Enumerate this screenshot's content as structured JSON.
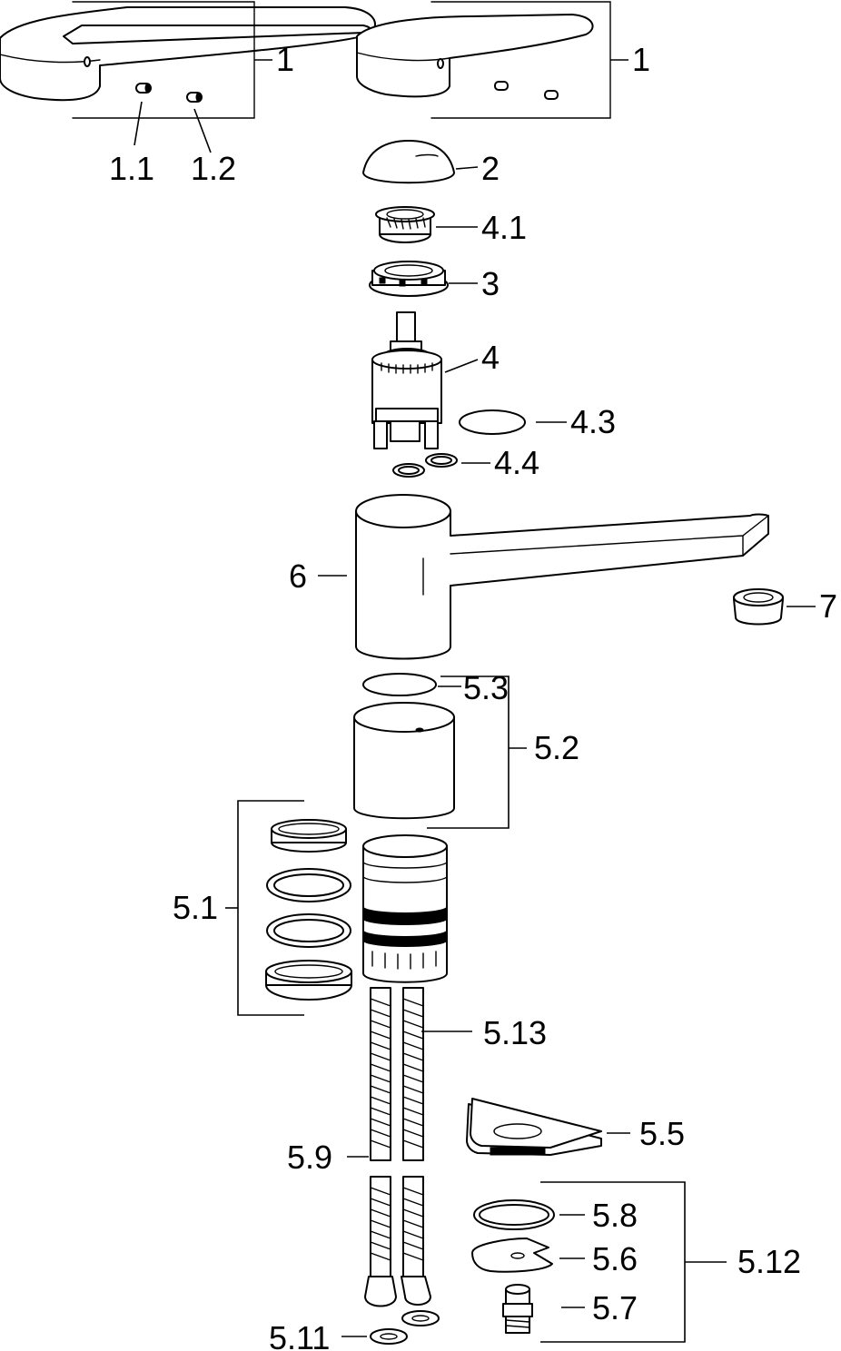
{
  "labels": {
    "handle_a": "1",
    "handle_b": "1",
    "screw_1": "1.1",
    "screw_2": "1.2",
    "cap": "2",
    "adapter": "4.1",
    "nut": "3",
    "cartridge": "4",
    "oring_43": "4.3",
    "seals_44": "4.4",
    "body": "6",
    "aerator": "7",
    "oring_53": "5.3",
    "sleeve_group": "5.2",
    "ring_set": "5.1",
    "hoses": "5.13",
    "plate": "5.5",
    "hose": "5.9",
    "oring_58": "5.8",
    "washer_56": "5.6",
    "fitting_57": "5.7",
    "mount_set": "5.12",
    "gaskets": "5.11"
  },
  "colors": {
    "line": "#000000",
    "background": "#ffffff"
  }
}
